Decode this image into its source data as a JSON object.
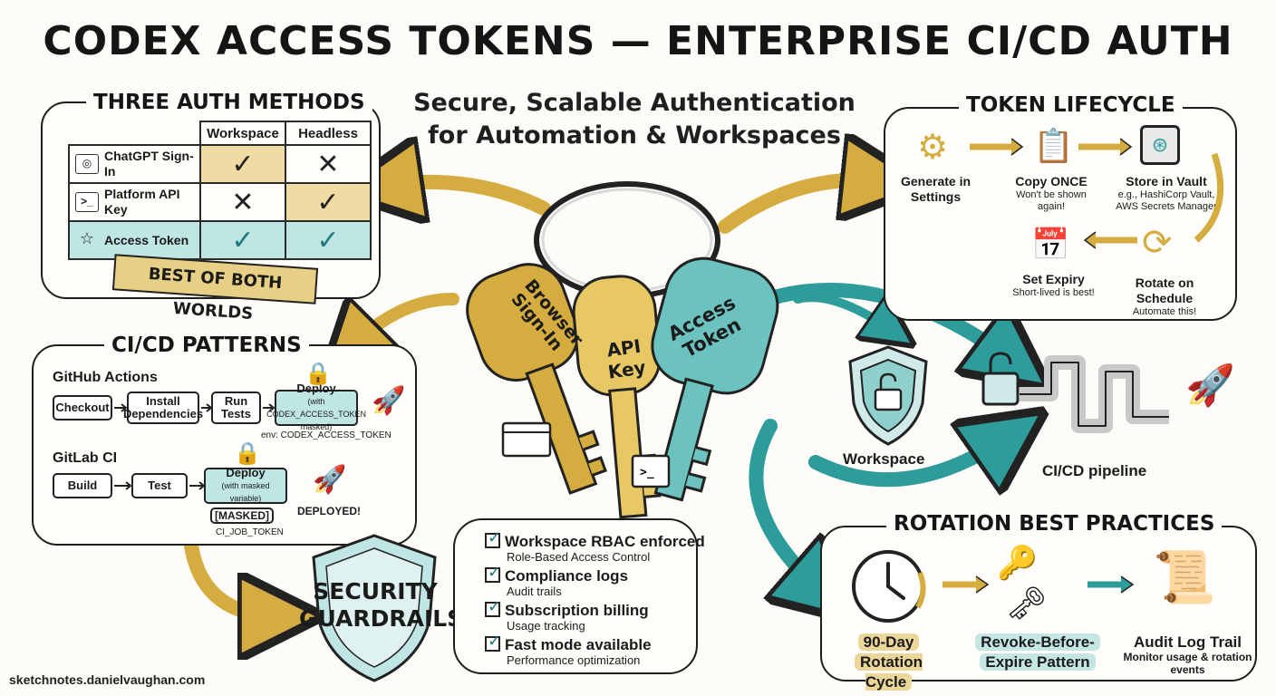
{
  "title": "CODEX ACCESS TOKENS — ENTERPRISE CI/CD AUTH",
  "subtitle_line1": "Secure, Scalable Authentication",
  "subtitle_line2": "for Automation & Workspaces",
  "auth_methods": {
    "title": "THREE AUTH METHODS",
    "col_workspace": "Workspace",
    "col_headless": "Headless",
    "rows": [
      {
        "label": "ChatGPT Sign-In",
        "workspace": "✓",
        "headless": "✕"
      },
      {
        "label": "Platform API Key",
        "workspace": "✕",
        "headless": "✓"
      },
      {
        "label": "Access Token",
        "workspace": "✓",
        "headless": "✓"
      }
    ],
    "ribbon": "BEST OF BOTH WORLDS"
  },
  "cicd": {
    "title": "CI/CD PATTERNS",
    "github_label": "GitHub Actions",
    "github_steps": [
      "Checkout",
      "Install Dependencies",
      "Run Tests",
      "Deploy"
    ],
    "github_deploy_sub": "(with CODEX_ACCESS_TOKEN masked)",
    "github_env": "env: CODEX_ACCESS_TOKEN",
    "gitlab_label": "GitLab CI",
    "gitlab_steps": [
      "Build",
      "Test",
      "Deploy"
    ],
    "gitlab_deploy_sub": "(with masked variable)",
    "masked": "[MASKED]",
    "ci_job_token": "CI_JOB_TOKEN",
    "deployed": "DEPLOYED!"
  },
  "keys": {
    "browser": "Browser Sign-In",
    "api": "API Key",
    "access": "Access Token"
  },
  "lifecycle": {
    "title": "TOKEN LIFECYCLE",
    "generate": "Generate in Settings",
    "copy": "Copy ONCE",
    "copy_sub": "Won't be shown again!",
    "store": "Store in Vault",
    "store_sub": "e.g., HashiCorp Vault, AWS Secrets Manager",
    "expiry": "Set Expiry",
    "expiry_sub": "Short-lived is best!",
    "rotate": "Rotate on Schedule",
    "rotate_sub": "Automate this!"
  },
  "workspace_label": "Workspace",
  "pipeline_label": "CI/CD pipeline",
  "guardrails": {
    "title_line1": "SECURITY",
    "title_line2": "GUARDRAILS",
    "items": [
      {
        "label": "Workspace RBAC enforced",
        "sub": "Role-Based Access Control"
      },
      {
        "label": "Compliance logs",
        "sub": "Audit trails"
      },
      {
        "label": "Subscription billing",
        "sub": "Usage tracking"
      },
      {
        "label": "Fast mode available",
        "sub": "Performance optimization"
      }
    ]
  },
  "rotation": {
    "title": "ROTATION BEST PRACTICES",
    "cycle_line1": "90-Day",
    "cycle_line2": "Rotation Cycle",
    "revoke_line1": "Revoke-Before-",
    "revoke_line2": "Expire Pattern",
    "audit": "Audit Log Trail",
    "audit_sub": "Monitor usage & rotation events"
  },
  "credit": "sketchnotes.danielvaughan.com",
  "colors": {
    "gold": "#d4ac3f",
    "teal": "#2e9c9a",
    "ink": "#1b1b1b"
  }
}
